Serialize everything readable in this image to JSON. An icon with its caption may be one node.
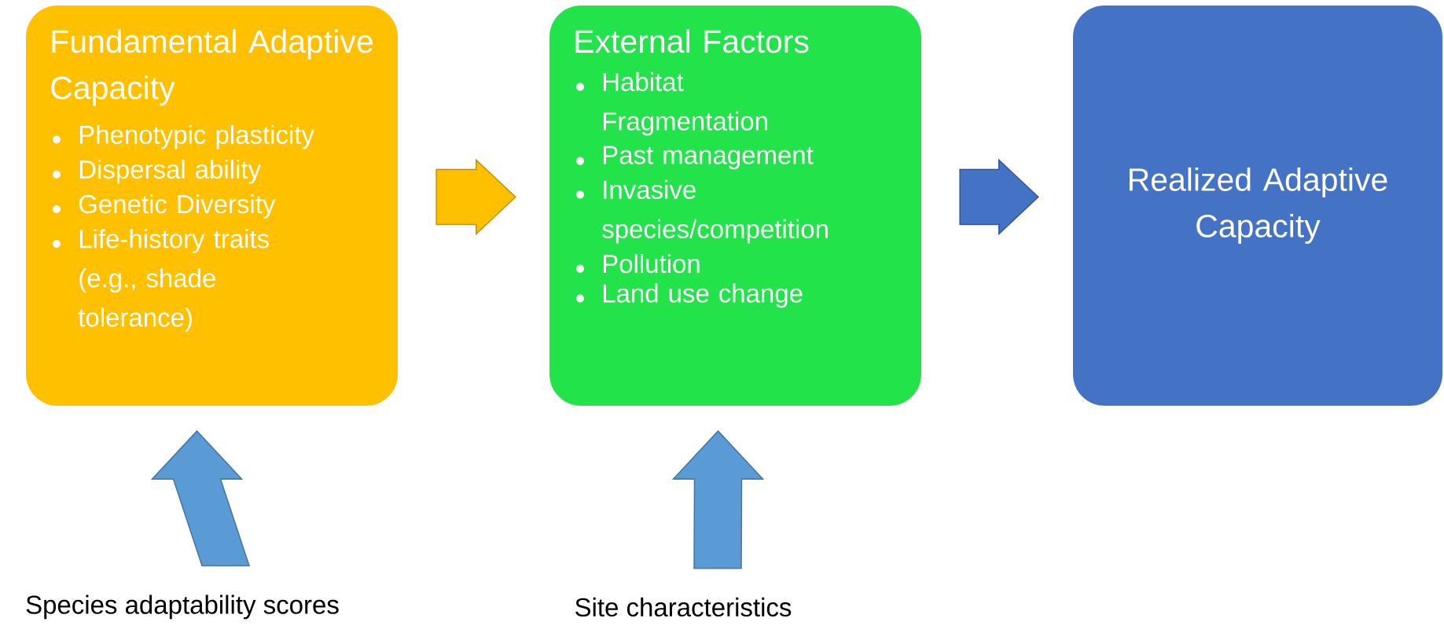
{
  "diagram": {
    "nodes": [
      {
        "text": [
          "Fundamental Adaptive Capacity",
          "Phenotypic plasticity",
          "Dispersal ability",
          "Genetic Diversity",
          "Life-history traits (e.g., shade tolerance)"
        ]
      },
      {
        "text": [
          "External Factors",
          "Habitat Fragmentation",
          "Past management",
          "Invasive species/competition",
          "Pollution",
          "Land use change"
        ]
      },
      {
        "text": [
          "Realized Adaptive Capacity"
        ]
      },
      {
        "text": [
          "Species adaptability scores"
        ]
      },
      {
        "text": [
          "Site characteristics"
        ]
      }
    ],
    "edges": [
      {
        "from": 0,
        "to": 1,
        "arrow": "to",
        "color": "#ffc000"
      },
      {
        "from": 1,
        "to": 2,
        "arrow": "to",
        "color": "#4472c4"
      },
      {
        "from": 3,
        "to": 0,
        "arrow": "to",
        "color": "#5b9bd5"
      },
      {
        "from": 4,
        "to": 1,
        "arrow": "to",
        "color": "#5b9bd5"
      }
    ]
  }
}
